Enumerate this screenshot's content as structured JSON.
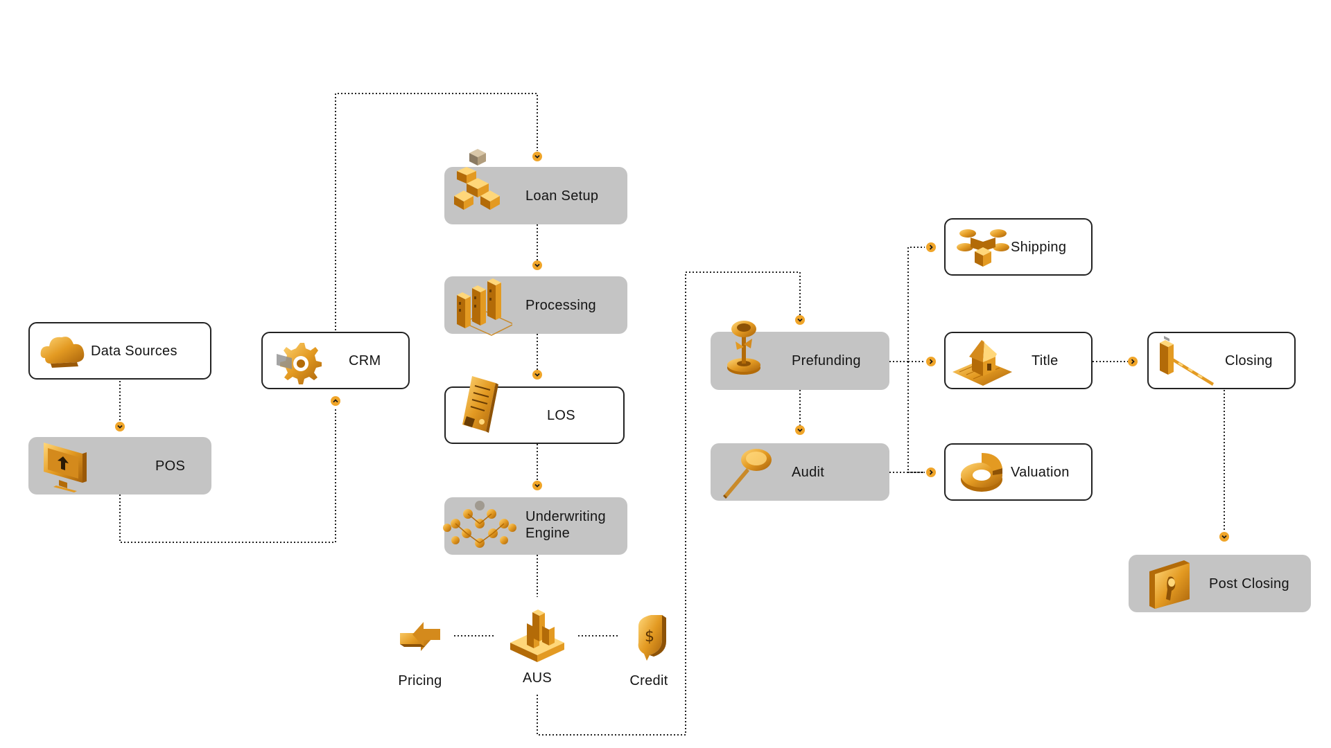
{
  "diagram": {
    "colors": {
      "accent": "#f0a529",
      "gold_dark": "#b36b08",
      "gold_light": "#ffcf6b",
      "box_fill": "#c4c4c4",
      "line": "#222222"
    },
    "nodes": {
      "data_sources": {
        "label": "Data Sources",
        "icon": "cloud-icon"
      },
      "pos": {
        "label": "POS",
        "icon": "monitor-upload-icon"
      },
      "crm": {
        "label": "CRM",
        "icon": "gear-icon"
      },
      "loan_setup": {
        "label": "Loan Setup",
        "icon": "stacked-cubes-icon"
      },
      "processing": {
        "label": "Processing",
        "icon": "buildings-icon"
      },
      "los": {
        "label": "LOS",
        "icon": "document-scroll-icon"
      },
      "underwriting_engine": {
        "label_line1": "Underwriting",
        "label_line2": "Engine",
        "icon": "network-nodes-icon"
      },
      "pricing": {
        "label": "Pricing",
        "icon": "exchange-arrows-icon"
      },
      "aus": {
        "label": "AUS",
        "icon": "city-block-icon"
      },
      "credit": {
        "label": "Credit",
        "icon": "dollar-tag-icon"
      },
      "prefunding": {
        "label": "Prefunding",
        "icon": "coin-pin-icon"
      },
      "audit": {
        "label": "Audit",
        "icon": "magnifier-icon"
      },
      "shipping": {
        "label": "Shipping",
        "icon": "drone-box-icon"
      },
      "title": {
        "label": "Title",
        "icon": "house-icon"
      },
      "valuation": {
        "label": "Valuation",
        "icon": "donut-chart-icon"
      },
      "closing": {
        "label": "Closing",
        "icon": "barrier-gate-icon"
      },
      "post_closing": {
        "label": "Post Closing",
        "icon": "folder-key-icon"
      }
    }
  }
}
